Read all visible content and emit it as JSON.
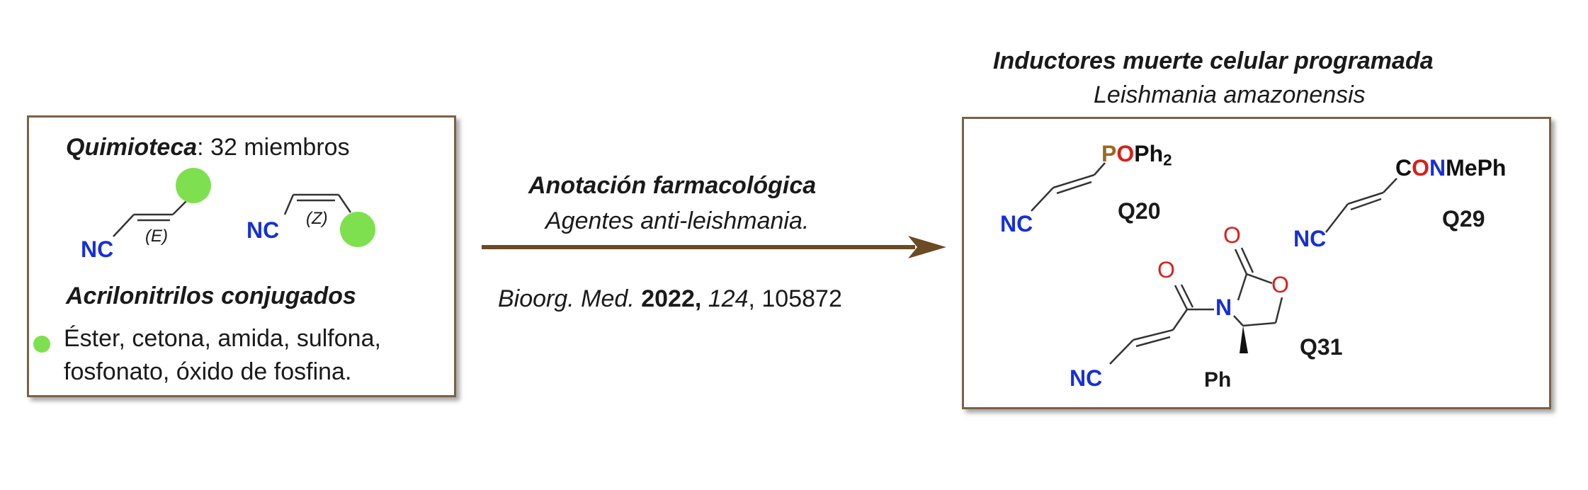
{
  "colors": {
    "box_border": "#7a6248",
    "arrow": "#6b4a24",
    "substituent_dot": "#7ee04f",
    "nitrogen": "#1530d8",
    "oxygen": "#d8201a",
    "phosphorus": "#9a6a1e"
  },
  "left_panel": {
    "title_bold": "Quimioteca",
    "title_rest": ": 32 miembros",
    "e_group": "NC",
    "e_label": "(E)",
    "z_group": "NC",
    "z_label": "(Z)",
    "heading": "Acrilonitrilos conjugados",
    "legend_line1": "Éster, cetona, amida, sulfona,",
    "legend_line2": "fosfonato, óxido de fosfina."
  },
  "arrow_block": {
    "title": "Anotación farmacológica",
    "subtitle": "Agentes anti-leishmania.",
    "ref_journal": "Bioorg. Med.",
    "ref_year": "2022,",
    "ref_volume": "124",
    "ref_pages": ", 105872"
  },
  "right_panel": {
    "title": "Inductores muerte celular programada",
    "subtitle": "Leishmania amazonensis",
    "q20": {
      "label": "Q20",
      "nc": "NC",
      "p": "P",
      "o": "O",
      "ph": "Ph",
      "sub": "2"
    },
    "q29": {
      "label": "Q29",
      "nc": "NC",
      "c": "C",
      "o": "O",
      "n": "N",
      "rest": "MePh"
    },
    "q31": {
      "label": "Q31",
      "nc": "NC",
      "o1": "O",
      "o2": "O",
      "o3": "O",
      "n": "N",
      "ph": "Ph"
    }
  }
}
